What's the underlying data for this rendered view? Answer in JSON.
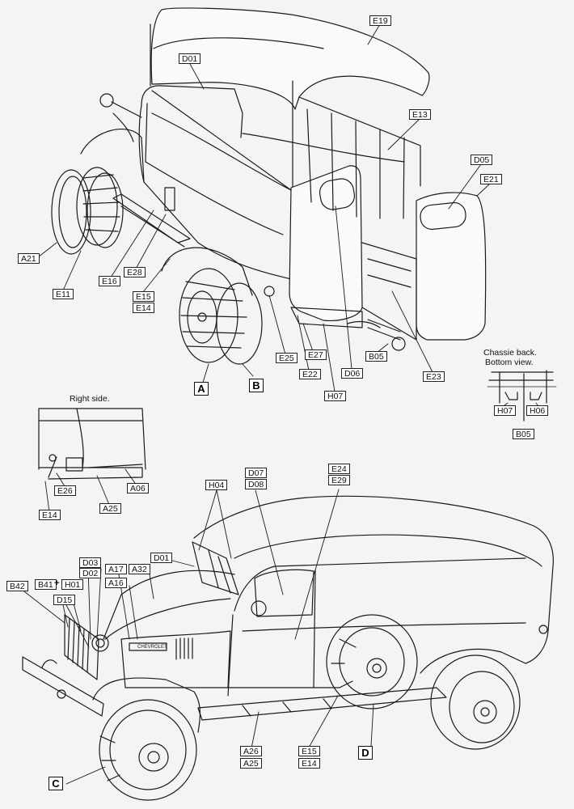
{
  "captions": {
    "right_side": "Right side.",
    "chassis_line1": "Chassie back.",
    "chassis_line2": "Bottom view."
  },
  "plus_sign": "+",
  "labels": {
    "E19": "E19",
    "D01": "D01",
    "E13": "E13",
    "D05": "D05",
    "E21": "E21",
    "A21": "A21",
    "E11": "E11",
    "E16": "E16",
    "E28": "E28",
    "E15": "E15",
    "E14": "E14",
    "E25": "E25",
    "E27": "E27",
    "E22": "E22",
    "D06": "D06",
    "H07": "H07",
    "B05": "B05",
    "E23": "E23",
    "A": "A",
    "B": "B",
    "H07b": "H07",
    "H06": "H06",
    "B05b": "B05",
    "E26": "E26",
    "E14b": "E14",
    "A25": "A25",
    "A06": "A06",
    "D07": "D07",
    "D08": "D08",
    "E24": "E24",
    "E29": "E29",
    "H04": "H04",
    "D01b": "D01",
    "D03": "D03",
    "D02": "D02",
    "A17": "A17",
    "A16": "A16",
    "A32": "A32",
    "B42": "B42",
    "B41": "B41",
    "H01": "H01",
    "D15": "D15",
    "A26": "A26",
    "A25b": "A25",
    "E15b": "E15",
    "E14c": "E14",
    "C": "C",
    "D": "D"
  },
  "grille_badge": "CHEVROLET"
}
